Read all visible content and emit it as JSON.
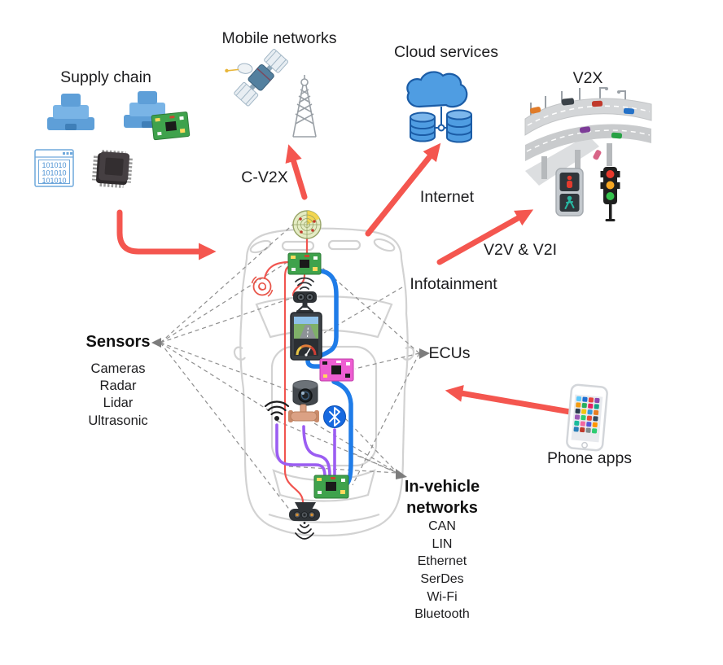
{
  "labels": {
    "supply_chain": "Supply chain",
    "mobile_networks": "Mobile networks",
    "cloud_services": "Cloud services",
    "v2x": "V2X",
    "c_v2x": "C-V2X",
    "internet": "Internet",
    "v2v_v2i": "V2V & V2I",
    "infotainment": "Infotainment",
    "ecus": "ECUs",
    "phone_apps": "Phone apps"
  },
  "sensors": {
    "title": "Sensors",
    "items": [
      "Cameras",
      "Radar",
      "Lidar",
      "Ultrasonic"
    ]
  },
  "in_vehicle_networks": {
    "title_line1": "In-vehicle",
    "title_line2": "networks",
    "items": [
      "CAN",
      "LIN",
      "Ethernet",
      "SerDes",
      "Wi-Fi",
      "Bluetooth"
    ]
  },
  "icons": {
    "binary_code_text": "101010"
  },
  "colors": {
    "arrow_red": "#f4564f",
    "wire_red": "#f15550",
    "wire_blue": "#1f7ce8",
    "wire_purple": "#9b5df2",
    "dashed_gray": "#8f8f8f",
    "car_outline": "#d2d2d2",
    "brand_blue": "#4f9de2"
  }
}
